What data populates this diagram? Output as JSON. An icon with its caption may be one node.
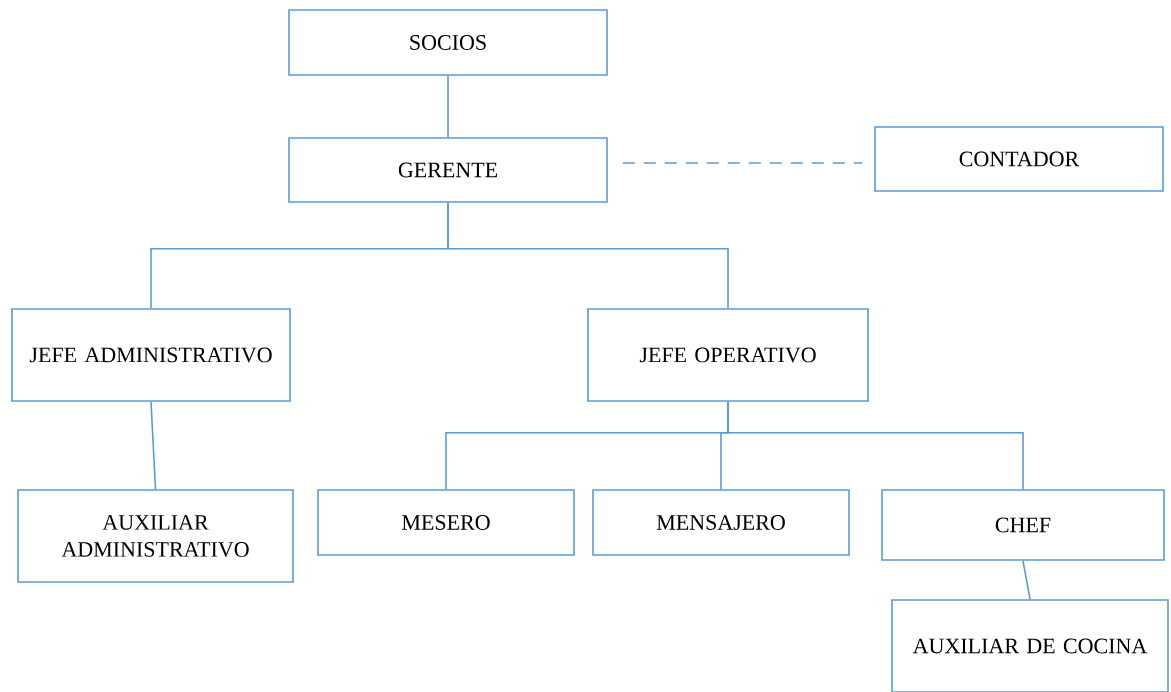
{
  "diagram": {
    "nodes": [
      {
        "text": [
          "SOCIOS"
        ]
      },
      {
        "text": [
          "GERENTE"
        ]
      },
      {
        "text": [
          "CONTADOR"
        ]
      },
      {
        "text": [
          "JEFE ADMINISTRATIVO"
        ]
      },
      {
        "text": [
          "JEFE OPERATIVO"
        ]
      },
      {
        "text": [
          "AUXILIAR ADMINISTRATIVO"
        ]
      },
      {
        "text": [
          "MESERO"
        ]
      },
      {
        "text": [
          "MENSAJERO"
        ]
      },
      {
        "text": [
          "CHEF"
        ]
      },
      {
        "text": [
          "AUXILIAR DE COCINA"
        ]
      }
    ],
    "edges": [
      {
        "from": 0,
        "to": 1,
        "arrow": "none"
      },
      {
        "from": 1,
        "to": 2,
        "arrow": "none",
        "style": "dashed"
      },
      {
        "from": 1,
        "to": 3,
        "arrow": "none"
      },
      {
        "from": 1,
        "to": 4,
        "arrow": "none"
      },
      {
        "from": 3,
        "to": 5,
        "arrow": "none"
      },
      {
        "from": 4,
        "to": 6,
        "arrow": "none"
      },
      {
        "from": 4,
        "to": 7,
        "arrow": "none"
      },
      {
        "from": 4,
        "to": 8,
        "arrow": "none"
      },
      {
        "from": 8,
        "to": 9,
        "arrow": "none"
      }
    ]
  }
}
